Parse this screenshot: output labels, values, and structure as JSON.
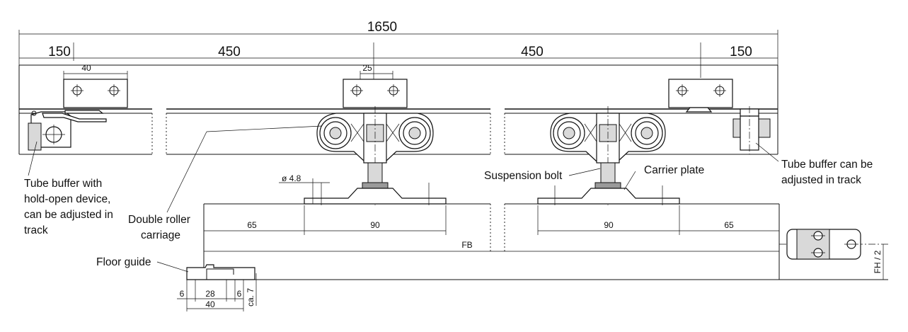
{
  "dimensions": {
    "total_length": "1650",
    "segment_left_end": "150",
    "segment_left_mid": "450",
    "segment_right_mid": "450",
    "segment_right_end": "150",
    "bracket_spacing": "40",
    "bolt_spacing": "25",
    "hole_diameter": "ø 4.8",
    "edge_offset_left": "65",
    "carrier_plate_left": "90",
    "carrier_plate_right": "90",
    "edge_offset_right": "65",
    "door_width": "FB",
    "floor_guide_gap_left": "6",
    "floor_guide_inner": "28",
    "floor_guide_gap_right": "6",
    "floor_guide_width": "40",
    "floor_guide_depth": "ca. 7",
    "door_height_half": "FH / 2"
  },
  "labels": {
    "tube_buffer_hold_open": [
      "Tube buffer with",
      "hold-open device,",
      "can be adjusted in",
      "track"
    ],
    "double_roller_carriage": [
      "Double roller",
      "carriage"
    ],
    "suspension_bolt": "Suspension bolt",
    "carrier_plate": "Carrier plate",
    "tube_buffer_adjustable": [
      "Tube buffer can be",
      "adjusted in track"
    ],
    "floor_guide": "Floor guide"
  }
}
